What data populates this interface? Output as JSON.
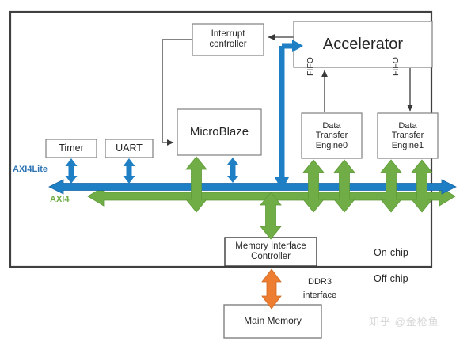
{
  "diagram": {
    "title_blocks": {
      "interrupt_controller": "Interrupt\ncontroller",
      "accelerator": "Accelerator",
      "microblaze": "MicroBlaze",
      "data_transfer_engine0": "Data\nTransfer\nEngine0",
      "data_transfer_engine1": "Data\nTransfer\nEngine1",
      "timer": "Timer",
      "uart": "UART",
      "memory_interface_controller": "Memory Interface\nController",
      "main_memory": "Main Memory"
    },
    "bus_labels": {
      "axi4lite": "AXI4Lite",
      "axi4": "AXI4"
    },
    "connector_labels": {
      "fifo_left": "FIFO",
      "fifo_right": "FIFO",
      "ddr3_interface": "DDR3\ninterface"
    },
    "region_labels": {
      "on_chip": "On-chip",
      "off_chip": "Off-chip"
    },
    "watermark": "知乎 @金枪鱼",
    "colors": {
      "axi4lite_blue": "#1F7FC4",
      "axi4_green": "#70AD47",
      "ddr3_orange": "#ED7D31",
      "box_border": "#7F7F7F",
      "frame_border": "#404040",
      "text": "#262626",
      "watermark": "#d8d8d8"
    }
  }
}
